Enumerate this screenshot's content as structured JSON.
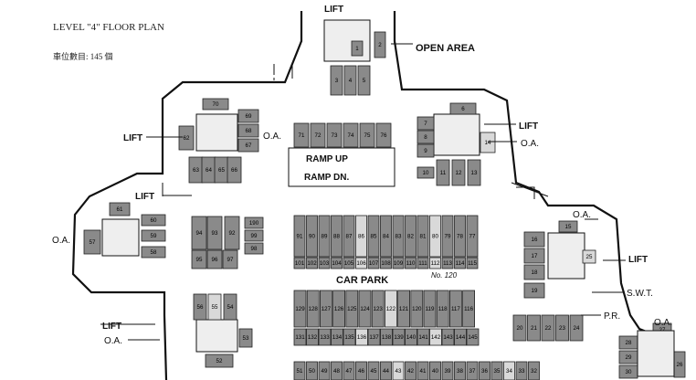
{
  "header": {
    "title": "LEVEL \"4\" FLOOR PLAN",
    "bay_count": "車位數目: 145 個"
  },
  "labels": {
    "lift": "LIFT",
    "open_area": "OPEN AREA",
    "oa": "O.A.",
    "oa_short": "O.A.",
    "ramp_up": "RAMP UP",
    "ramp_dn": "RAMP DN.",
    "car_park": "CAR PARK",
    "swt": "S.W.T.",
    "pr": "P.R.",
    "note": "No. 120"
  },
  "bays": {
    "top_core": [
      "1",
      "2",
      "3",
      "4",
      "5"
    ],
    "ramp_row": [
      "71",
      "72",
      "73",
      "74",
      "75",
      "76"
    ],
    "nw_core": [
      "62",
      "63",
      "64",
      "65",
      "66",
      "67",
      "68",
      "69",
      "70"
    ],
    "ne_core": [
      "6",
      "7",
      "8",
      "9",
      "10",
      "11",
      "12",
      "13",
      "14"
    ],
    "west_core": [
      "57",
      "58",
      "59",
      "60",
      "61"
    ],
    "west_block_top": [
      "94",
      "93",
      "92",
      "190",
      "99",
      "98"
    ],
    "west_block_bottom": [
      "95",
      "96",
      "97"
    ],
    "row_a": [
      "91",
      "90",
      "89",
      "88",
      "87",
      "86",
      "85",
      "84",
      "83",
      "82",
      "81",
      "80",
      "79",
      "78",
      "77"
    ],
    "row_b": [
      "101",
      "102",
      "103",
      "104",
      "105",
      "106",
      "107",
      "108",
      "109",
      "110",
      "111",
      "112",
      "113",
      "114",
      "115"
    ],
    "row_c": [
      "129",
      "128",
      "127",
      "126",
      "125",
      "124",
      "123",
      "122",
      "121",
      "120",
      "119",
      "118",
      "117",
      "116"
    ],
    "row_d": [
      "131",
      "132",
      "133",
      "134",
      "135",
      "136",
      "137",
      "138",
      "139",
      "140",
      "141",
      "142",
      "143",
      "144",
      "145"
    ],
    "row_e": [
      "51",
      "50",
      "49",
      "48",
      "47",
      "46",
      "45",
      "44",
      "43",
      "42",
      "41",
      "40",
      "39",
      "38",
      "37",
      "36",
      "35",
      "34",
      "33",
      "32"
    ],
    "sw_core": [
      "52",
      "53",
      "54",
      "55",
      "56"
    ],
    "east_col": [
      "15",
      "16",
      "17",
      "18",
      "19"
    ],
    "south_row": [
      "20",
      "21",
      "22",
      "23",
      "24"
    ],
    "se_core": [
      "25",
      "26",
      "27",
      "28",
      "29",
      "30"
    ]
  }
}
